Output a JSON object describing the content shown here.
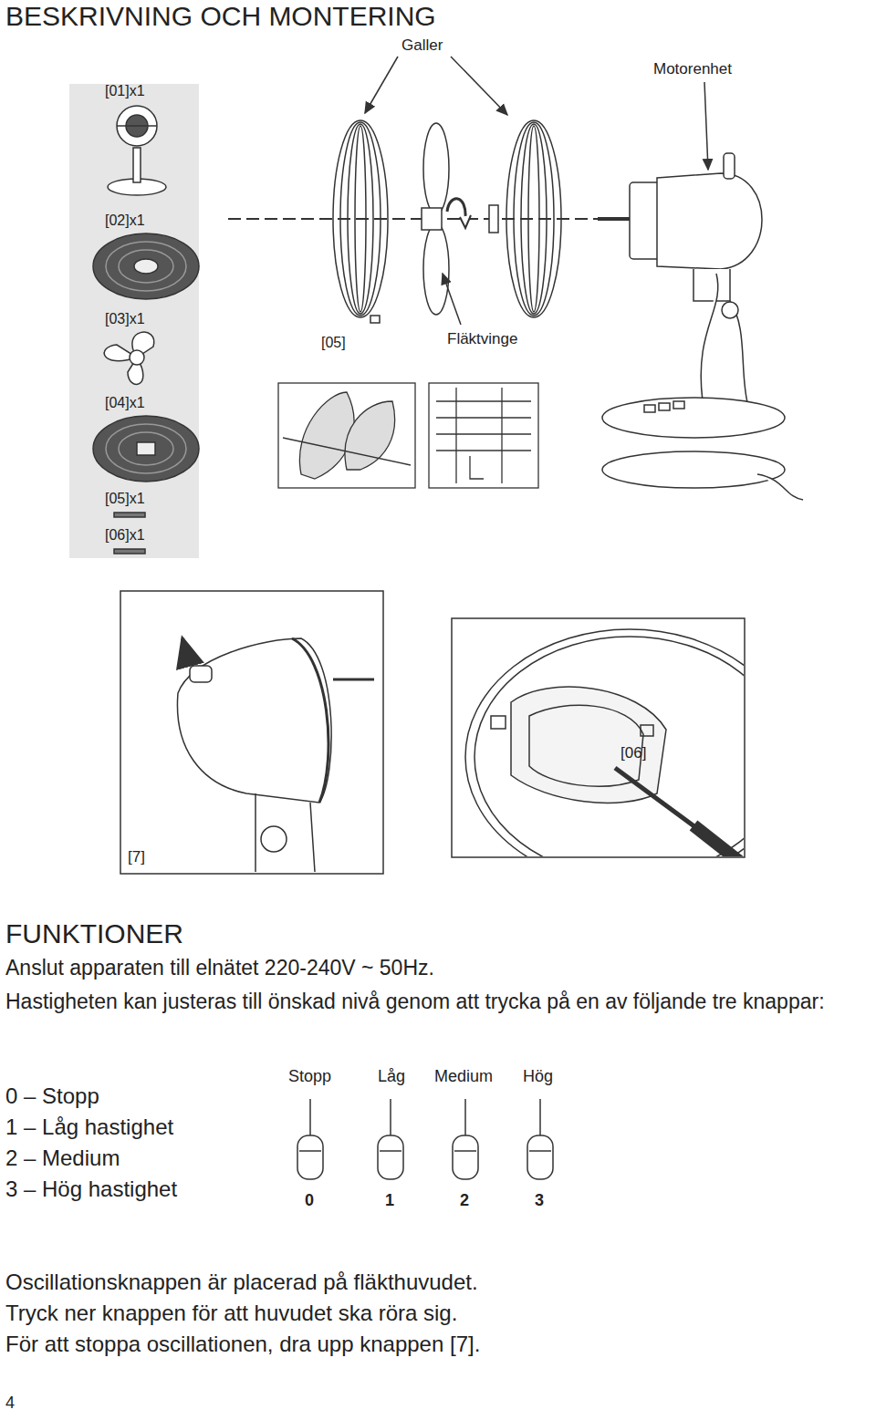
{
  "diagram": {
    "title": "BESKRIVNING OCH MONTERING",
    "labels": [
      "[01]x1",
      "Galler",
      "Motorenhet",
      "[02]x1",
      "[03]x1",
      "[05]",
      "Fläktvinge",
      "[04]x1",
      "[05]x1",
      "[06]x1",
      "[06]",
      "[7]",
      "FUNKTIONER",
      "Anslut apparaten till elnätet 220-240V ~ 50Hz.",
      "Hastigheten kan justeras till önskad nivå genom att trycka på en av följande tre knappar:",
      "0 – Stopp",
      "1 – Låg hastighet",
      "2 – Medium",
      "3 – Hög hastighet",
      "Stopp",
      "Låg",
      "Medium",
      "Hög",
      "0",
      "1",
      "2",
      "3",
      "Oscillationsknappen är placerad på fläkthuvudet.",
      "Tryck ner knappen för att huvudet ska röra sig.",
      "För att stoppa oscillationen, dra upp knappen [7].",
      "4"
    ]
  }
}
